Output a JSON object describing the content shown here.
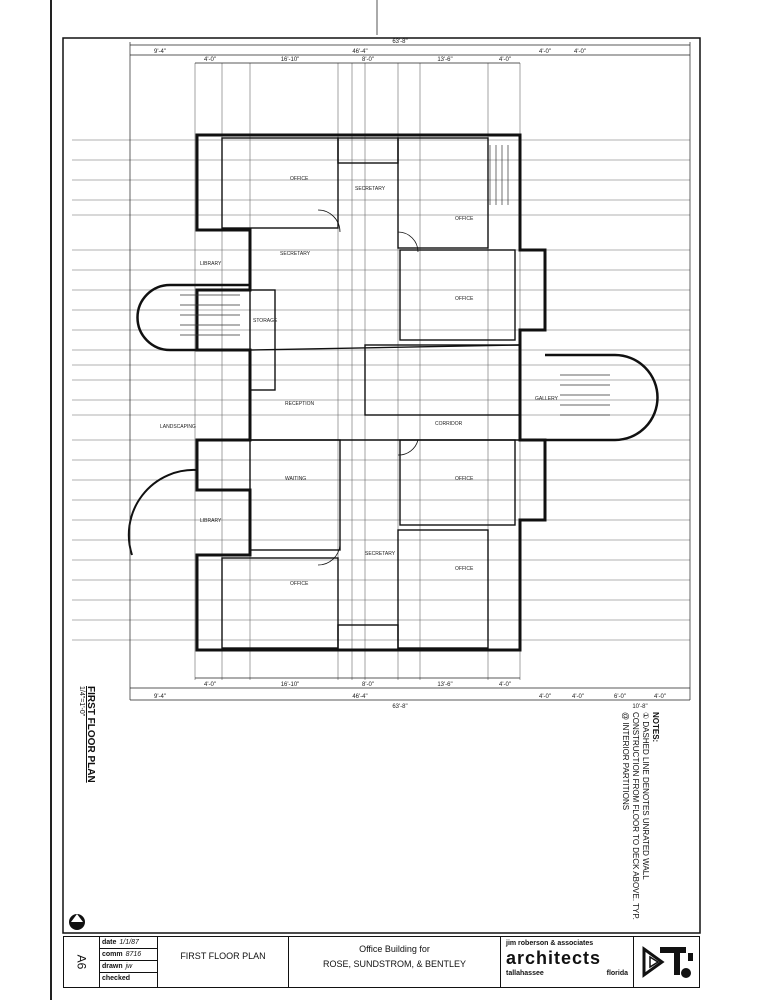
{
  "sheet": {
    "number": "A6",
    "title": "FIRST FLOOR PLAN",
    "side_title": "FIRST FLOOR PLAN",
    "scale": "1/4\"=1'-0\"",
    "date_label": "date",
    "date_value": "1/1/87",
    "comm_label": "comm",
    "comm_value": "8716",
    "drawn_label": "drawn",
    "drawn_value": "jw",
    "checked_label": "checked"
  },
  "project": {
    "line1": "Office Building for",
    "line2": "ROSE, SUNDSTROM, & BENTLEY"
  },
  "firm": {
    "top": "jim roberson & associates",
    "name": "architects",
    "city": "tallahassee",
    "state": "florida",
    "logo": "jra"
  },
  "notes": {
    "heading": "NOTES:",
    "item1": "① DASHED LINE DENOTES UNRATED WALL CONSTRUCTION FROM FLOOR TO DECK ABOVE. TYP. @ INTERIOR PARTITIONS"
  },
  "dimensions": {
    "top_overall": "63'-8\"",
    "top_mid": "46'-4\"",
    "top_left": "9'-4\"",
    "top_r1": "4'-0\"",
    "top_r2": "4'-0\"",
    "top_seg": [
      "4'-0\"",
      "16'-10\"",
      "8'-0\"",
      "13'-6\"",
      "4'-0\""
    ],
    "bot_overall": "63'-8\"",
    "bot_mid": "46'-4\"",
    "bot_left": "9'-4\"",
    "bot_seg": [
      "4'-0\"",
      "16'-10\"",
      "8'-0\"",
      "13'-6\"",
      "4'-0\""
    ],
    "bot_r": [
      "4'-0\"",
      "4'-0\"",
      "6'-0\"",
      "4'-0\""
    ],
    "bot_r_total": "10'-8\""
  },
  "rooms": {
    "office": "OFFICE",
    "secretary": "SECRETARY",
    "reception": "RECEPTION",
    "waiting": "WAITING",
    "library": "LIBRARY",
    "storage": "STORAGE",
    "corridor": "CORRIDOR",
    "gallery": "GALLERY",
    "landscaping": "LANDSCAPING"
  }
}
